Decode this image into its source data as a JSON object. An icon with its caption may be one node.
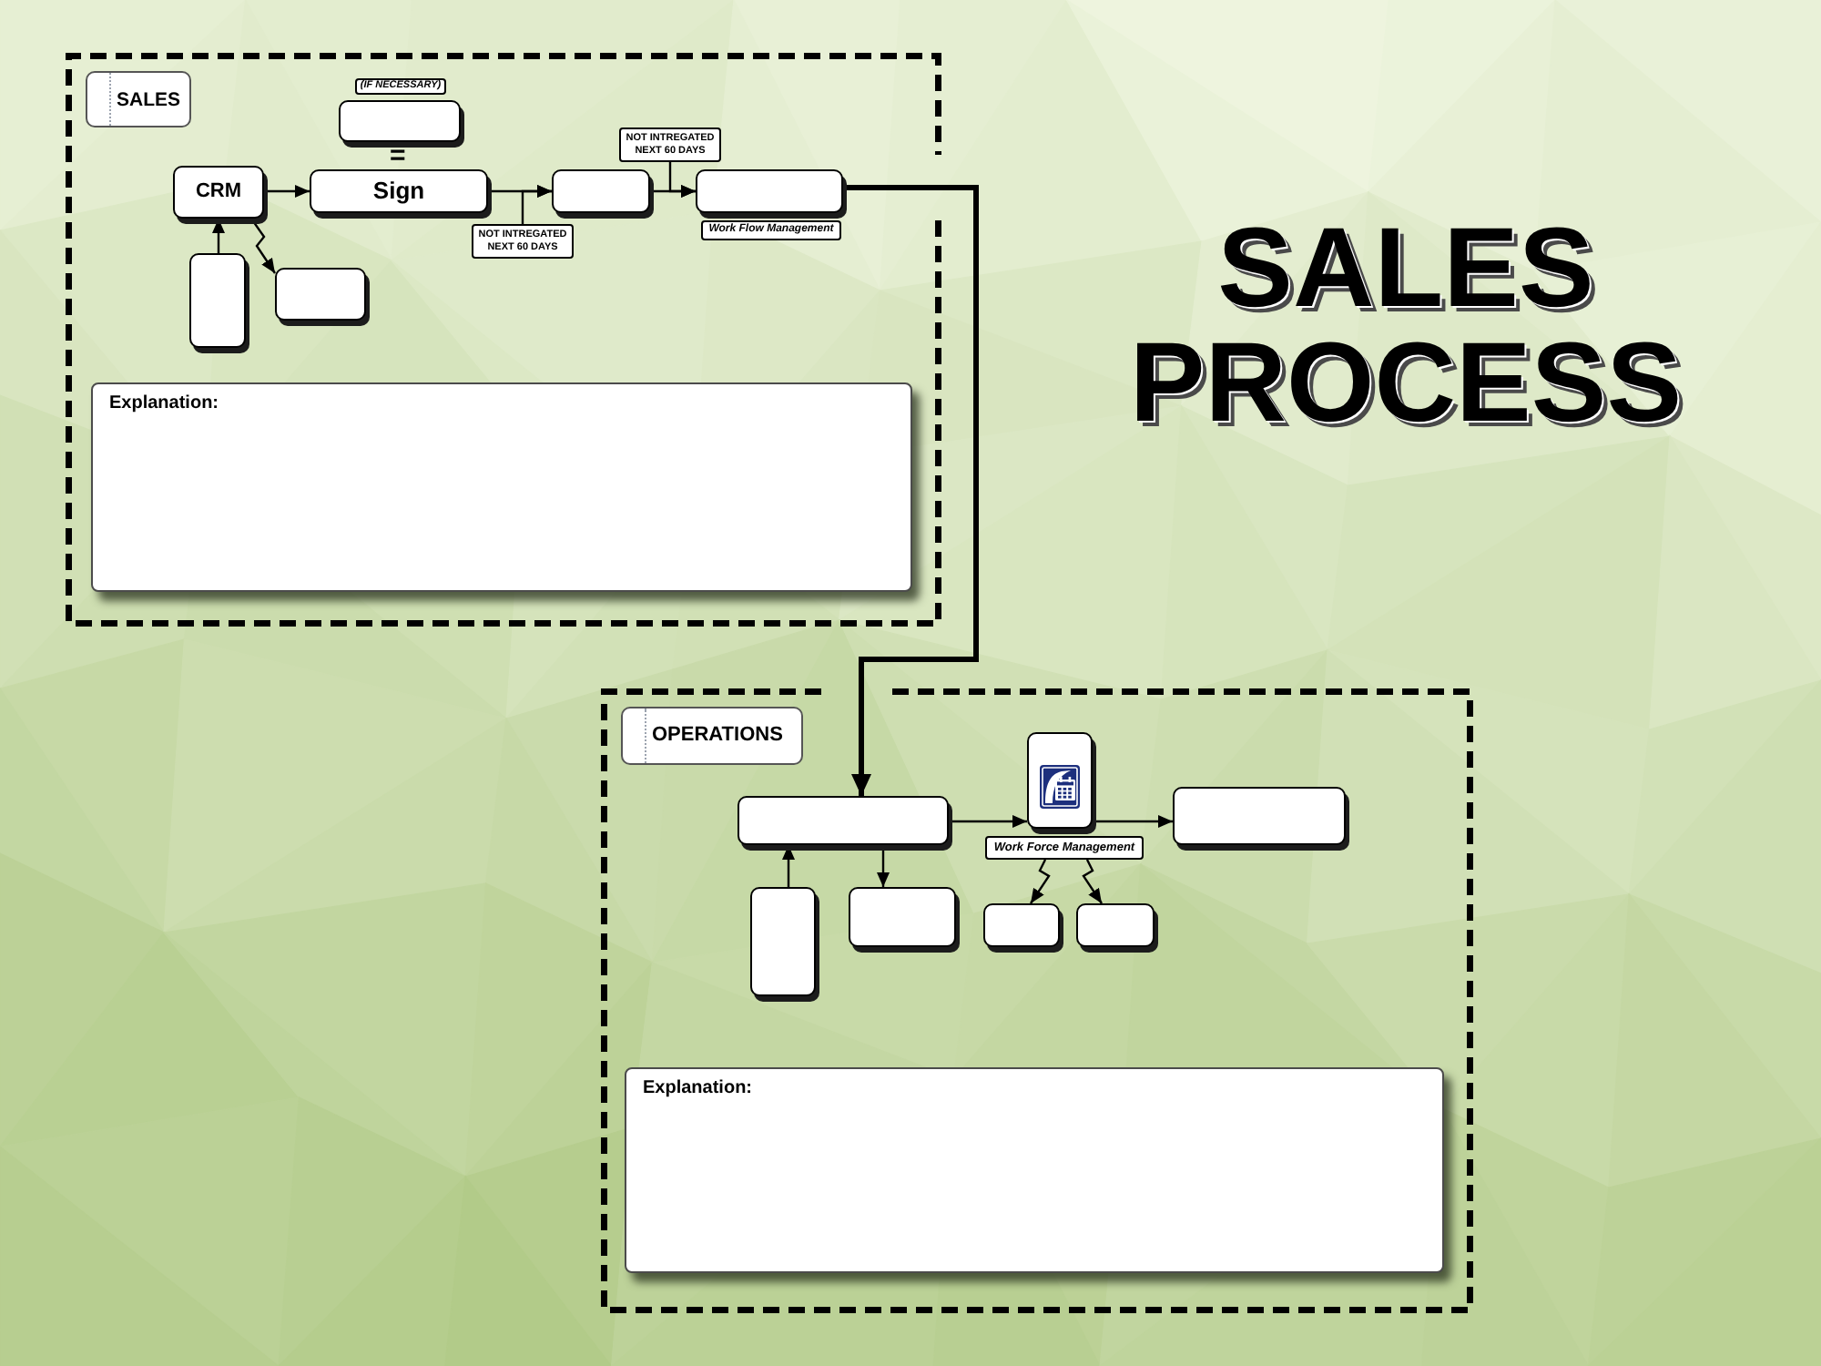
{
  "diagram": {
    "title": "SALES PROCESS",
    "nodes": [
      {
        "text": [],
        "shape": "box"
      },
      {
        "text": [
          "SALES"
        ],
        "in": 0
      },
      {
        "text": [
          "(IF NECESSARY)"
        ],
        "in": 0
      },
      {
        "text": [],
        "shape": "box",
        "in": 0
      },
      {
        "text": [
          "CRM"
        ],
        "in": 0
      },
      {
        "text": [
          "Sign"
        ],
        "in": 0
      },
      {
        "text": [
          "NOT INTREGATED NEXT 60 DAYS"
        ],
        "in": 0
      },
      {
        "text": [],
        "shape": "box",
        "in": 0
      },
      {
        "text": [
          "NOT INTREGATED NEXT 60 DAYS"
        ],
        "in": 0
      },
      {
        "text": [],
        "shape": "box",
        "in": 0
      },
      {
        "text": [
          "Work Flow Management"
        ],
        "in": 0
      },
      {
        "text": [],
        "shape": "box",
        "in": 0
      },
      {
        "text": [],
        "shape": "box",
        "in": 0
      },
      {
        "text": [
          "Explanation:"
        ],
        "in": 0
      },
      {
        "text": [],
        "shape": "box"
      },
      {
        "text": [
          "OPERATIONS"
        ],
        "in": 14
      },
      {
        "text": [],
        "shape": "box",
        "in": 14
      },
      {
        "text": [],
        "shape": "picture",
        "in": 14
      },
      {
        "text": [
          "Work Force Management"
        ],
        "in": 14
      },
      {
        "text": [],
        "shape": "box",
        "in": 14
      },
      {
        "text": [],
        "shape": "box",
        "in": 14
      },
      {
        "text": [],
        "shape": "box",
        "in": 14
      },
      {
        "text": [],
        "shape": "box",
        "in": 14
      },
      {
        "text": [],
        "shape": "box",
        "in": 14
      },
      {
        "text": [
          "Explanation:"
        ],
        "in": 14
      }
    ],
    "edges": [
      {
        "from": 4,
        "to": 5,
        "arrow": "to"
      },
      {
        "from": 5,
        "to": 7,
        "arrow": "to"
      },
      {
        "from": 6,
        "to": 7,
        "arrow": "to"
      },
      {
        "from": 7,
        "to": 9,
        "arrow": "to"
      },
      {
        "from": 8,
        "to": 9,
        "arrow": "to"
      },
      {
        "from": 11,
        "to": 4,
        "arrow": "to"
      },
      {
        "from": 4,
        "to": 12,
        "arrow": "to"
      },
      {
        "from": 9,
        "to": 16,
        "arrow": "to",
        "style": "thick"
      },
      {
        "from": 16,
        "to": 17,
        "arrow": "to"
      },
      {
        "from": 17,
        "to": 19,
        "arrow": "to"
      },
      {
        "from": 20,
        "to": 16,
        "arrow": "to"
      },
      {
        "from": 16,
        "to": 21,
        "arrow": "to"
      },
      {
        "from": 18,
        "to": 22,
        "arrow": "to"
      },
      {
        "from": 18,
        "to": 23,
        "arrow": "to"
      }
    ],
    "labels": [
      "="
    ]
  }
}
